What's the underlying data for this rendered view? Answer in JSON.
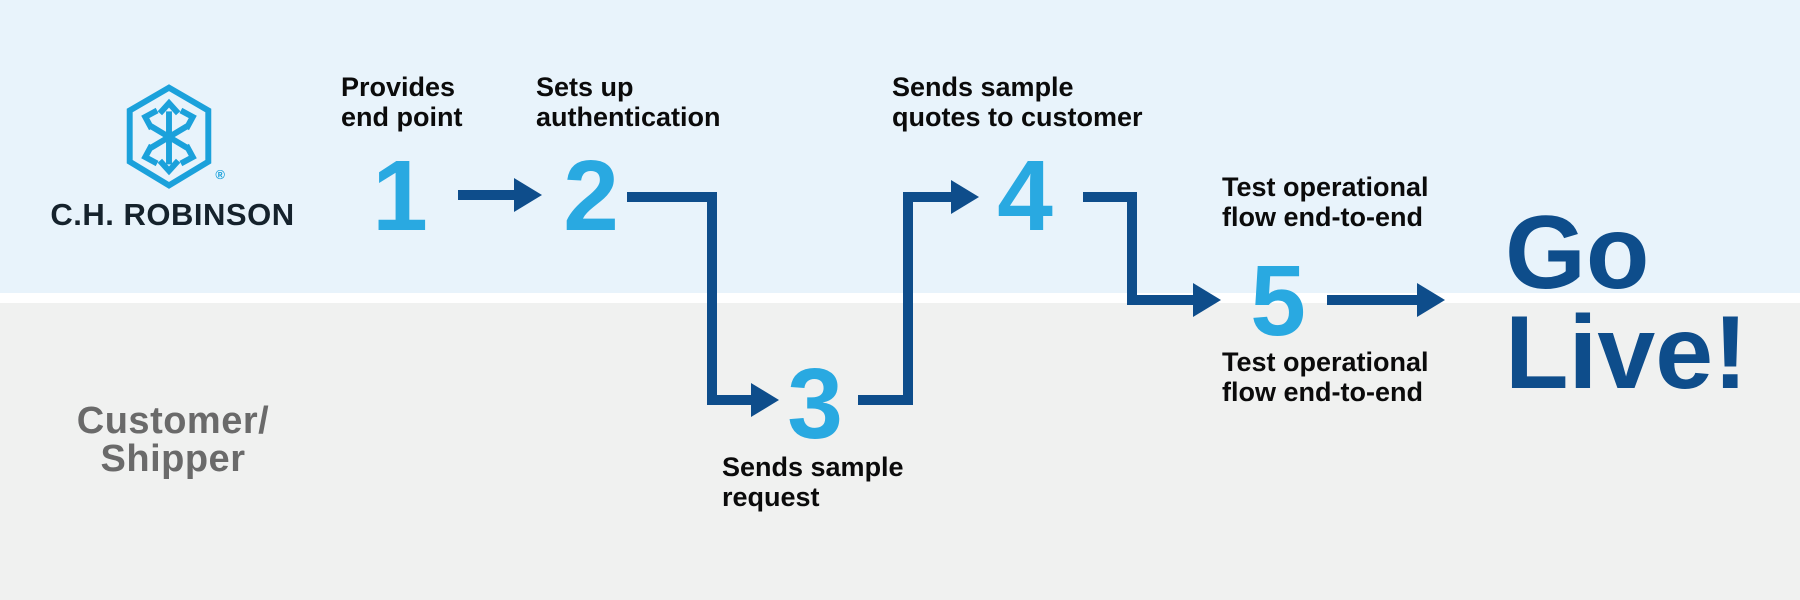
{
  "colors": {
    "cyan": "#29A9E1",
    "navy": "#0E4D8B",
    "lane_top_bg": "#E8F3FB",
    "lane_bottom_bg": "#F0F1F0",
    "label_text": "#0B0B0B",
    "lane_label_gray": "#6A6A6A",
    "logo_blue": "#1BA1DB",
    "wordmark_color": "#15222C"
  },
  "lanes": {
    "top_owner_wordmark": "C.H. ROBINSON",
    "registered_mark": "®",
    "bottom_label_line1": "Customer/",
    "bottom_label_line2": "Shipper"
  },
  "steps": {
    "s1": {
      "number": "1",
      "label_line1": "Provides",
      "label_line2": "end point"
    },
    "s2": {
      "number": "2",
      "label_line1": "Sets up",
      "label_line2": "authentication"
    },
    "s3": {
      "number": "3",
      "label_line1": "Sends sample",
      "label_line2": "request"
    },
    "s4": {
      "number": "4",
      "label_line1": "Sends sample",
      "label_line2": "quotes to customer"
    },
    "s5": {
      "number": "5",
      "label_above_line1": "Test operational",
      "label_above_line2": "flow end-to-end",
      "label_below_line1": "Test operational",
      "label_below_line2": "flow end-to-end"
    }
  },
  "outcome": {
    "line1": "Go",
    "line2": "Live!"
  }
}
